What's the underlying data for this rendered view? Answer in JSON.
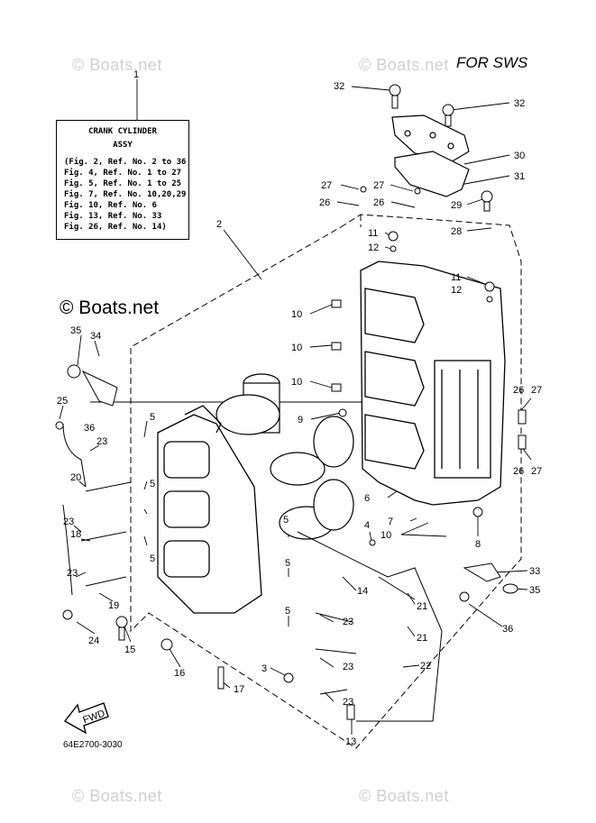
{
  "header": {
    "title": "FOR SWS"
  },
  "watermarks": [
    "© Boats.net",
    "© Boats.net",
    "© Boats.net",
    "© Boats.net",
    "© Boats.net"
  ],
  "info_box": {
    "line1": "CRANK CYLINDER",
    "line2": "ASSY",
    "refs": [
      "(Fig. 2, Ref. No. 2 to 36",
      " Fig. 4, Ref. No. 1 to 27",
      " Fig. 5, Ref. No. 1 to 25",
      " Fig. 7, Ref. No. 10,20,29",
      " Fig. 10, Ref. No. 6",
      " Fig. 13, Ref. No. 33",
      " Fig. 26, Ref. No. 14)"
    ]
  },
  "diagram_code": "64E2700-3030",
  "fwd_label": "FWD",
  "callouts": [
    {
      "t": "1"
    },
    {
      "t": "2"
    },
    {
      "t": "32"
    },
    {
      "t": "32"
    },
    {
      "t": "30"
    },
    {
      "t": "31"
    },
    {
      "t": "27"
    },
    {
      "t": "27"
    },
    {
      "t": "26"
    },
    {
      "t": "26"
    },
    {
      "t": "29"
    },
    {
      "t": "28"
    },
    {
      "t": "11"
    },
    {
      "t": "12"
    },
    {
      "t": "11"
    },
    {
      "t": "12"
    },
    {
      "t": "10"
    },
    {
      "t": "10"
    },
    {
      "t": "10"
    },
    {
      "t": "35"
    },
    {
      "t": "34"
    },
    {
      "t": "25"
    },
    {
      "t": "36"
    },
    {
      "t": "9"
    },
    {
      "t": "26"
    },
    {
      "t": "27"
    },
    {
      "t": "26"
    },
    {
      "t": "27"
    },
    {
      "t": "5"
    },
    {
      "t": "23"
    },
    {
      "t": "20"
    },
    {
      "t": "5"
    },
    {
      "t": "23"
    },
    {
      "t": "18"
    },
    {
      "t": "5"
    },
    {
      "t": "23"
    },
    {
      "t": "19"
    },
    {
      "t": "24"
    },
    {
      "t": "15"
    },
    {
      "t": "16"
    },
    {
      "t": "17"
    },
    {
      "t": "6"
    },
    {
      "t": "7"
    },
    {
      "t": "4"
    },
    {
      "t": "10"
    },
    {
      "t": "8"
    },
    {
      "t": "5"
    },
    {
      "t": "5"
    },
    {
      "t": "14"
    },
    {
      "t": "21"
    },
    {
      "t": "23"
    },
    {
      "t": "5"
    },
    {
      "t": "21"
    },
    {
      "t": "23"
    },
    {
      "t": "3"
    },
    {
      "t": "22"
    },
    {
      "t": "23"
    },
    {
      "t": "13"
    },
    {
      "t": "33"
    },
    {
      "t": "35"
    },
    {
      "t": "36"
    }
  ]
}
